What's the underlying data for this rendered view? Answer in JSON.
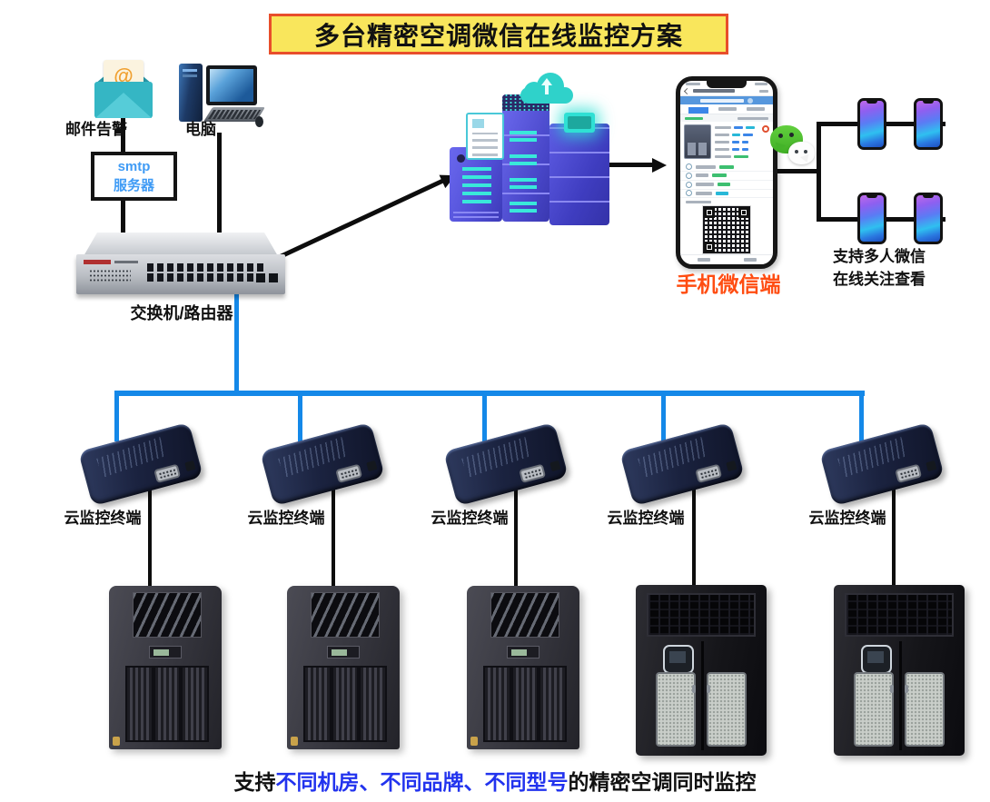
{
  "title": "多台精密空调微信在线监控方案",
  "email": {
    "label": "邮件告警",
    "at_symbol": "@",
    "icon": "envelope-at-icon"
  },
  "computer": {
    "label": "电脑",
    "icon": "desktop-pc-icon"
  },
  "smtp_box": {
    "line1": "smtp",
    "line2": "服务器"
  },
  "switch": {
    "label": "交换机/路由器",
    "icon": "network-switch-24port"
  },
  "cloud": {
    "icon": "cloud-upload-server-cluster"
  },
  "phone_app": {
    "icon": "smartphone-monitoring-app-with-qr-code",
    "label": "手机微信端"
  },
  "wechat": {
    "icon": "wechat-logo"
  },
  "viewers": {
    "line1": "支持多人微信",
    "line2": "在线关注查看",
    "icon": "four-gradient-smartphones"
  },
  "terminals": [
    {
      "label": "云监控终端"
    },
    {
      "label": "云监控终端"
    },
    {
      "label": "云监控终端"
    },
    {
      "label": "云监控终端"
    },
    {
      "label": "云监控终端"
    }
  ],
  "air_conditioners": [
    {
      "type": "tower-precision-ac"
    },
    {
      "type": "tower-precision-ac"
    },
    {
      "type": "tower-precision-ac"
    },
    {
      "type": "cabinet-precision-ac"
    },
    {
      "type": "cabinet-precision-ac"
    }
  ],
  "footer": {
    "prefix": "支持",
    "highlights": [
      "不同机房、",
      "不同品牌、",
      "不同型号"
    ],
    "suffix": "的精密空调同时监控"
  },
  "colors": {
    "title_bg": "#F9E65C",
    "title_border": "#E84E2B",
    "bus_blue": "#1488E8",
    "smtp_text_blue": "#3F9BF5",
    "phone_label_orange": "#FF4D12",
    "footer_highlight_blue": "#2233EE",
    "wechat_green": "#4FC332",
    "cloud_purple": "#5553D8",
    "cloud_cyan": "#39E8DA"
  }
}
